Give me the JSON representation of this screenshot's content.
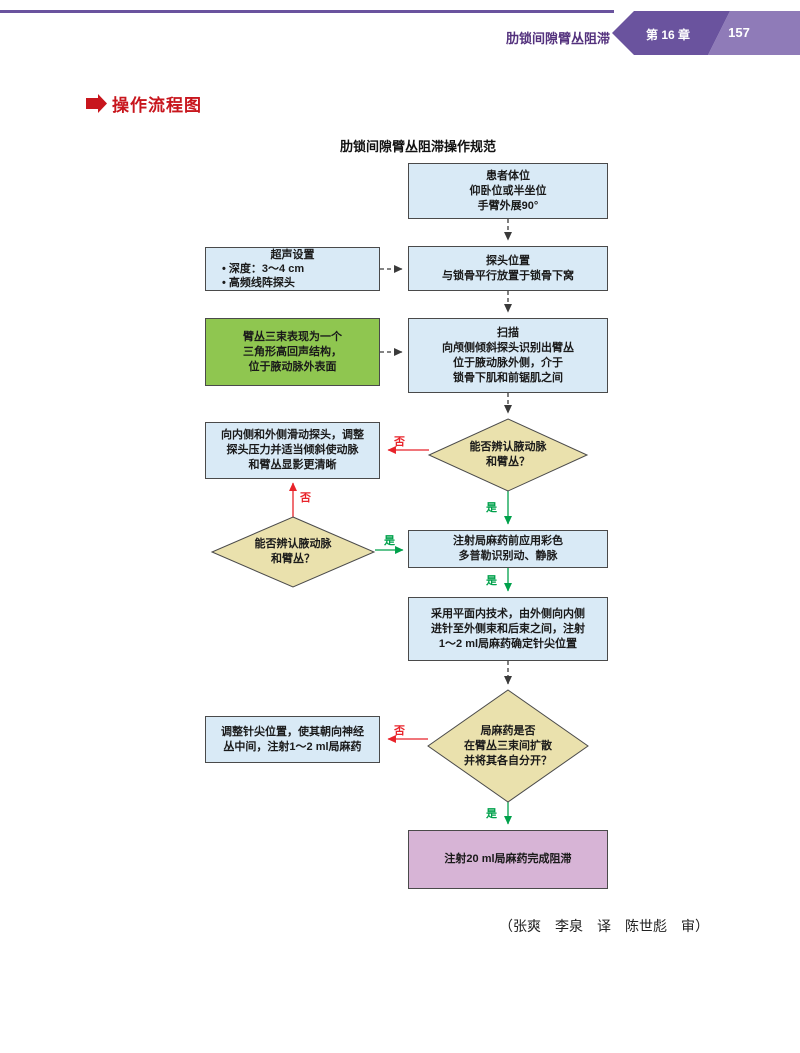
{
  "page": {
    "header": {
      "running_title": "肋锁间隙臂丛阻滞",
      "chapter_label": "第 16 章",
      "page_number": "157"
    },
    "section_title": "操作流程图",
    "flowchart_title": "肋锁间隙臂丛阻滞操作规范",
    "credits": "（张爽　李泉　译　陈世彪　审）"
  },
  "flow": {
    "labels": {
      "yes": "是",
      "no": "否"
    },
    "patient": {
      "lines": [
        "患者体位",
        "仰卧位或半坐位",
        "手臂外展90°"
      ]
    },
    "probe": {
      "lines": [
        "探头位置",
        "与锁骨平行放置于锁骨下窝"
      ]
    },
    "ultrasound": {
      "lines": [
        "超声设置",
        "• 深度：3～4 cm",
        "• 高频线阵探头"
      ]
    },
    "scan": {
      "lines": [
        "扫描",
        "向颅侧倾斜探头识别出臂丛",
        "位于腋动脉外侧，介于",
        "锁骨下肌和前锯肌之间"
      ]
    },
    "plexus_note": {
      "lines": [
        "臂丛三束表现为一个",
        "三角形高回声结构，",
        "位于腋动脉外表面"
      ]
    },
    "decision1": {
      "lines": [
        "能否辨认腋动脉",
        "和臂丛？"
      ]
    },
    "adjust_probe": {
      "lines": [
        "向内侧和外侧滑动探头，调整",
        "探头压力并适当倾斜使动脉",
        "和臂丛显影更清晰"
      ]
    },
    "decision2": {
      "lines": [
        "能否辨认腋动脉",
        "和臂丛？"
      ]
    },
    "doppler": {
      "lines": [
        "注射局麻药前应用彩色",
        "多普勒识别动、静脉"
      ]
    },
    "technique": {
      "lines": [
        "采用平面内技术，由外侧向内侧",
        "进针至外侧束和后束之间，注射",
        "1～2 ml局麻药确定针尖位置"
      ]
    },
    "decision3": {
      "lines": [
        "局麻药是否",
        "在臂丛三束间扩散",
        "并将其各自分开？"
      ]
    },
    "adjust_needle": {
      "lines": [
        "调整针尖位置，使其朝向神经",
        "丛中间，注射1～2 ml局麻药"
      ]
    },
    "complete": {
      "lines": [
        "注射20 ml局麻药完成阻滞"
      ]
    }
  },
  "colors": {
    "accent_purple_dark": "#6A539E",
    "accent_purple_light": "#8F7BB8",
    "heading_red": "#C8161D",
    "box_blue": "#D9EAF6",
    "note_green": "#8FC650",
    "diamond_tan": "#EAE1AD",
    "final_pink": "#D7B4D6",
    "yes_green": "#00A14B",
    "no_red": "#E8232A"
  }
}
